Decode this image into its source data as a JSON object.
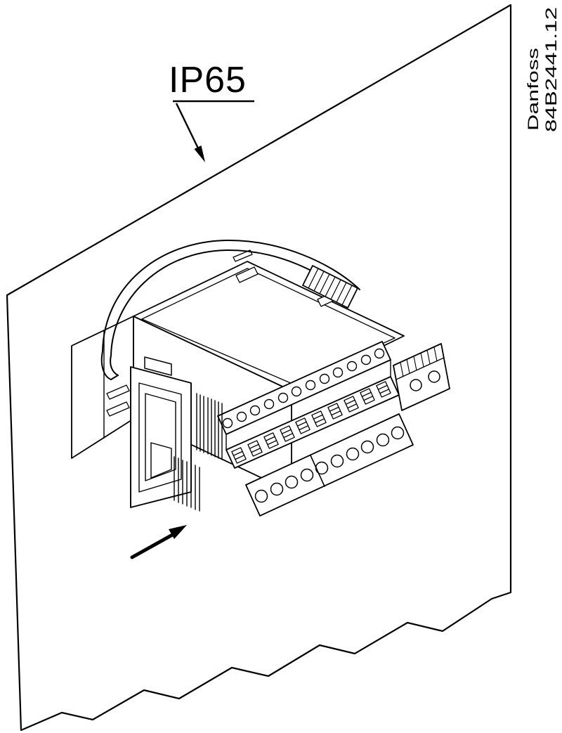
{
  "colors": {
    "background": "#ffffff",
    "ink": "#000000"
  },
  "labels": {
    "protection_rating": "IP65"
  },
  "side_note": {
    "brand": "Danfoss",
    "drawing_number": "84B2441.12"
  },
  "icons": {
    "ip65_leader_arrow": "filled-triangle-leader-arrow",
    "mounting_direction_arrow": "filled-triangle-arrow"
  }
}
